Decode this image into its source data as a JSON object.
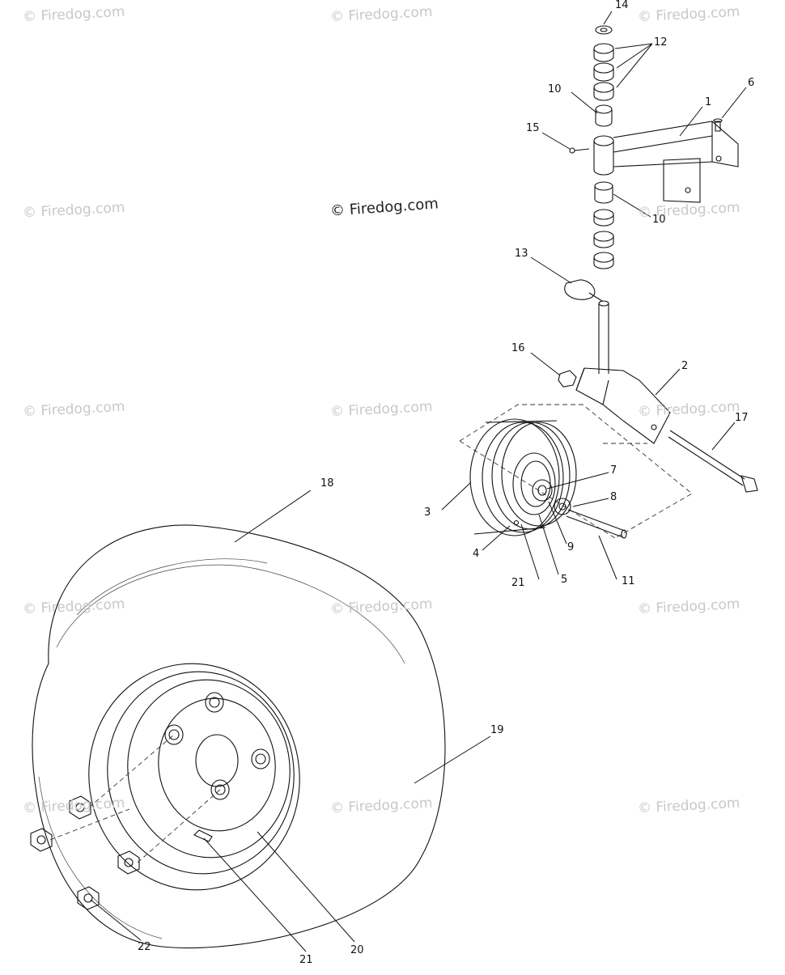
{
  "watermark": {
    "text": "© Firedog.com"
  },
  "copyright": "© Firedog.com",
  "callouts": [
    "1",
    "2",
    "3",
    "4",
    "5",
    "6",
    "7",
    "8",
    "9",
    "10",
    "10",
    "11",
    "12",
    "13",
    "14",
    "15",
    "16",
    "17",
    "18",
    "19",
    "20",
    "21",
    "21",
    "22"
  ]
}
